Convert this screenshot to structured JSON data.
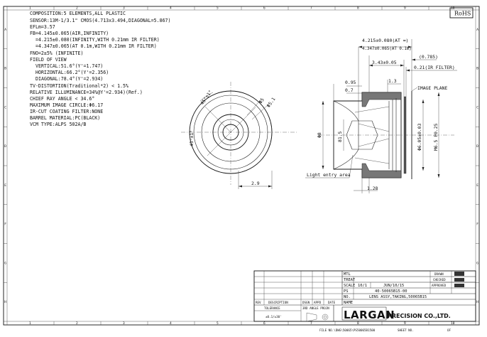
{
  "spec_lines": [
    "COMPOSITION:5 ELEMENTS,ALL PLASTIC",
    "SENSOR:13M-1/3.1\" CMOS(4.713x3.494,DIAGONAL=5.867)",
    "EFLm=3.57",
    "FB=4.145±0.065(AIR,INFINITY)",
    "=4.215±0.080(INFINITY,WITH 0.21mm IR FILTER)",
    "=4.347±0.065(AT 0.1m,WITH 0.21mm IR FILTER)",
    "FNO=2±5% (INFINITE)",
    "FIELD OF VIEW",
    "VERTICAL:51.6°(Y'=1.747)",
    "HORIZONTAL:66.2°(Y'=2.356)",
    "DIAGONAL:78.4°(Y'=2.934)",
    "TV-DISTORTION(Traditional*2) < 1.5%",
    "RELATIVE ILLUMINANCE=34%@Y'=2.934)(Ref.)",
    "CHIEF RAY ANGLE < 34.6°",
    "MAXIMUM IMAGE CIRCLE:Φ6.17",
    "IR-CUT COATING FILTER:NONE",
    "BARREL MATERIAL:PC(BLACK)",
    "VCM TYPE:ALPS 502A/B"
  ],
  "rohs": "RoHS",
  "col_labels": [
    "1",
    "2",
    "3",
    "4",
    "5",
    "6",
    "7",
    "8",
    "9",
    "10"
  ],
  "row_labels": [
    "A",
    "B",
    "C",
    "D",
    "E",
    "F",
    "G",
    "H"
  ],
  "front_view": {
    "dim_45_top": "45°±1°",
    "dim_45_left": "45°±1°",
    "dim_phi5": "Φ5",
    "dim_phi51": "Φ5.1",
    "dim_width": "2.9"
  },
  "side_view": {
    "fb_at": "4.215±0.080(AT ∞)",
    "fb_01": "4.347±0.065(AT 0.1m)",
    "dim_0785": "(0.785)",
    "dim_021": "0.21(IR FILTER)",
    "dim_343": "3.43±0.05",
    "dim_13": "1.3",
    "dim_095": "0.95",
    "dim_07": "0.7",
    "image_plane": "IMAGE PLANE",
    "dim_phi8": "Φ8",
    "dim_815": "81.5",
    "dim_605": "Φ6.05±0.03",
    "thread": "M6.5 P0.25",
    "light_entry": "Light entry area",
    "dim_128": "1.28"
  },
  "title_block": {
    "mtl": "MTL",
    "treat": "TREAT",
    "scale": "SCALE",
    "scale_val": "10/1",
    "date_val": "JUN/10/15",
    "ps": "PS",
    "no": "NO.",
    "part_no": "40-50065B15-00",
    "name": "NAME",
    "part_name": "LENS ASSY,TAKING,50065B15",
    "drawn": "DRAWN",
    "checked": "CHECKED",
    "approved": "APPROVED",
    "rev": "REV",
    "description": "DESCRIPTION",
    "dsgn": "DSGN",
    "appd": "APPD",
    "date": "DATE",
    "tolerance": "TOLERANCE",
    "tol_val": "±0.1/±30'",
    "third_angle": "3RD ANGLE PROJN",
    "company": "LARGAN",
    "company_suffix": "PRECISION CO.,LTD.",
    "file_no": "FILE NO.\\DWG\\50065\\PS50065B1500",
    "sheet_no": "SHEET NO.",
    "of": "OF"
  }
}
